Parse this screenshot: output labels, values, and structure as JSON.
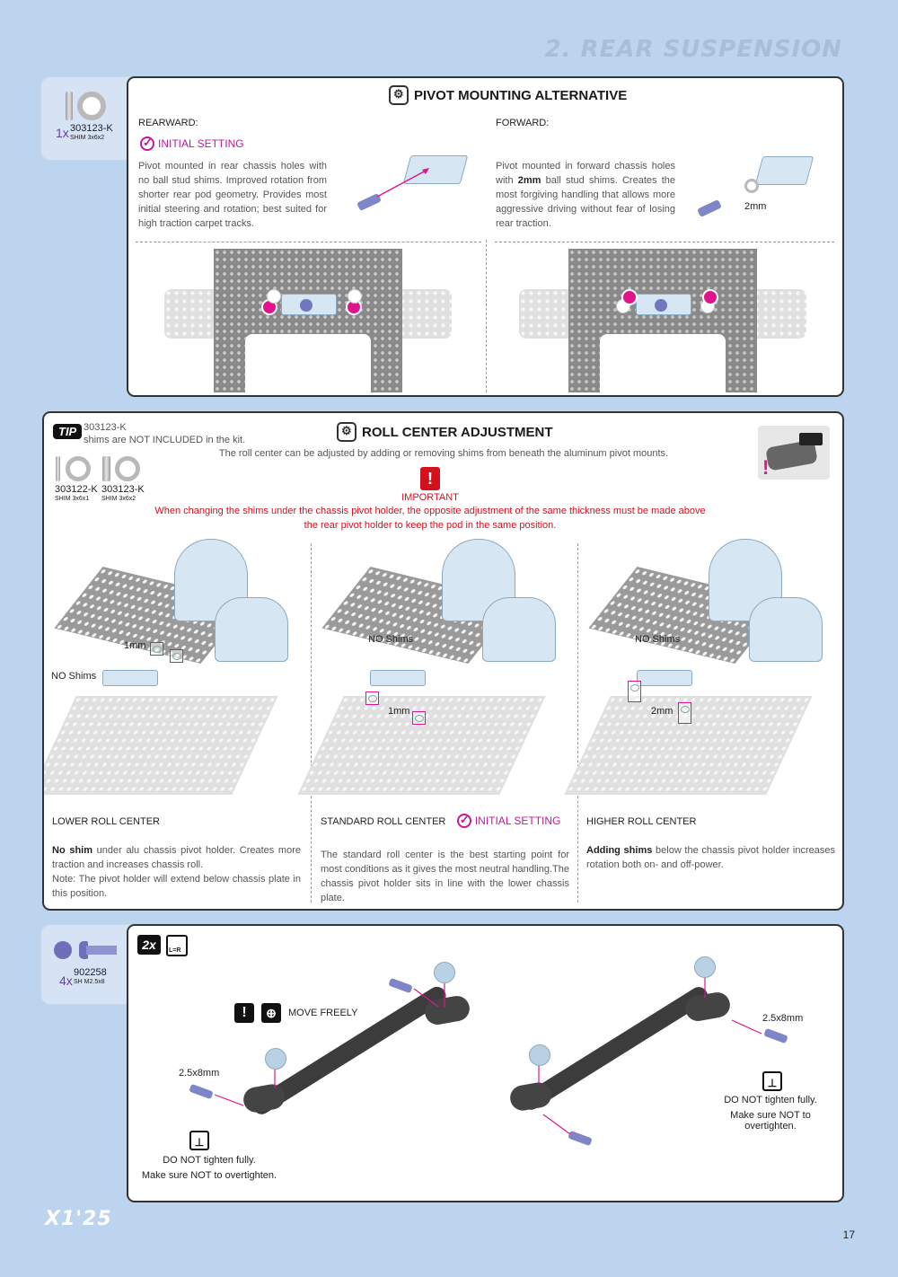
{
  "section_title": "2. REAR SUSPENSION",
  "page_number": "17",
  "logo_text": "X1'25",
  "panel1": {
    "part": {
      "qty": "1x",
      "code": "303123-K",
      "desc": "SHIM 3x6x2"
    },
    "title": "PIVOT MOUNTING ALTERNATIVE",
    "rearward": {
      "label": "REARWARD:",
      "badge": "INITIAL SETTING",
      "text": "Pivot mounted in rear chassis holes with no ball stud shims. Improved rotation from shorter rear pod geometry. Provides most initial steering and rotation; best suited for high traction carpet tracks."
    },
    "forward": {
      "label": "FORWARD:",
      "text_bold": "2mm",
      "text_pre": "Pivot mounted in forward chassis holes with ",
      "text_post": " ball stud shims. Creates the most forgiving handling that allows more aggressive driving without fear of losing rear traction.",
      "shim_label": "2mm"
    }
  },
  "panel2": {
    "tip": "TIP",
    "tip_code": "303123-K",
    "tip_text": "shims are NOT INCLUDED in the kit.",
    "shims": [
      {
        "code": "303122-K",
        "desc": "SHIM 3x6x1"
      },
      {
        "code": "303123-K",
        "desc": "SHIM 3x6x2"
      }
    ],
    "title": "ROLL CENTER ADJUSTMENT",
    "subtitle": "The roll center can be adjusted by adding or removing shims from beneath the aluminum pivot mounts.",
    "important_label": "IMPORTANT",
    "important_line1": "When changing the shims under the chassis pivot holder, the opposite adjustment of the same thickness must be made above",
    "important_line2": "the rear pivot holder to keep the pod in the same position.",
    "columns": [
      {
        "label_top": "1mm",
        "label_mid": "NO Shims",
        "title": "LOWER ROLL CENTER",
        "bold": "No shim",
        "text": " under alu chassis pivot holder. Creates more traction and increases chassis roll.",
        "note": "Note: The pivot holder will extend below chassis plate in this position."
      },
      {
        "label_top": "NO Shims",
        "label_mid": "1mm",
        "title": "STANDARD ROLL CENTER",
        "badge": "INITIAL SETTING",
        "text": "The standard roll center is the best starting point for most conditions as it gives the most neutral handling.The chassis pivot holder sits in line with the lower chassis plate."
      },
      {
        "label_top": "NO Shims",
        "label_mid": "2mm",
        "title": "HIGHER ROLL CENTER",
        "bold": "Adding shims",
        "text": " below the chassis pivot holder increases rotation both on- and off-power."
      }
    ]
  },
  "panel3": {
    "part": {
      "qty": "4x",
      "code": "902258",
      "desc": "SH M2.5x8"
    },
    "qty_badge": "2x",
    "lr_badge": "L=R",
    "move_freely": "MOVE FREELY",
    "screw_left": "2.5x8mm",
    "screw_right": "2.5x8mm",
    "warn_left_1": "DO NOT tighten fully.",
    "warn_left_2": "Make sure NOT to overtighten.",
    "warn_right_1": "DO NOT tighten fully.",
    "warn_right_2": "Make sure NOT to overtighten."
  }
}
